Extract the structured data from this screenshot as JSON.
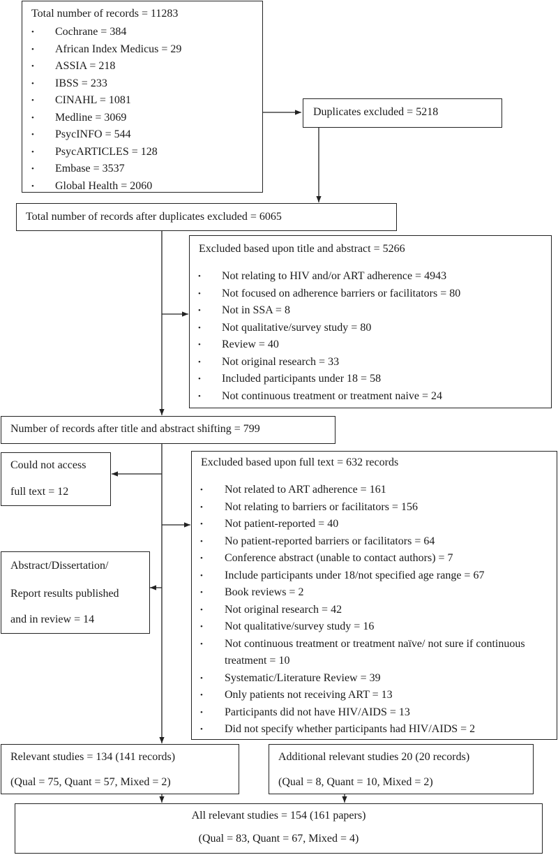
{
  "identification": {
    "total_label": "Total number of records = 11283",
    "sources": [
      "Cochrane = 384",
      "African Index Medicus = 29",
      "ASSIA = 218",
      "IBSS = 233",
      "CINAHL = 1081",
      "Medline = 3069",
      "PsycINFO = 544",
      "PsycARTICLES = 128",
      "Embase = 3537",
      "Global Health = 2060"
    ]
  },
  "duplicates_excluded": "Duplicates excluded = 5218",
  "after_duplicates": "Total number of records after duplicates excluded = 6065",
  "title_abstract_exclusion": {
    "header": "Excluded based upon title and abstract = 5266",
    "reasons": [
      "Not relating to HIV and/or ART adherence = 4943",
      "Not focused on adherence barriers or facilitators = 80",
      "Not in SSA = 8",
      "Not qualitative/survey study = 80",
      "Review = 40",
      "Not original research = 33",
      "Included participants under 18 = 58",
      "Not continuous treatment or treatment naive = 24"
    ]
  },
  "after_screening": "Number of records after title and abstract shifting = 799",
  "no_access": {
    "line1": "Could not access",
    "line2": "full text = 12"
  },
  "published_in_review": {
    "line1": "Abstract/Dissertation/",
    "line2": "Report results published",
    "line3": "and in review = 14"
  },
  "full_text_exclusion": {
    "header": "Excluded based upon full text = 632 records",
    "reasons": [
      "Not related to ART adherence = 161",
      "Not relating to barriers or facilitators = 156",
      "Not patient-reported = 40",
      "No patient-reported barriers or facilitators = 64",
      "Conference abstract (unable to contact authors) = 7",
      "Include participants under 18/not specified age range = 67",
      "Book reviews = 2",
      "Not original research = 42",
      "Not qualitative/survey study = 16",
      "Not continuous treatment or treatment naïve/ not sure if continuous treatment = 10",
      "Systematic/Literature Review = 39",
      "Only patients not receiving ART = 13",
      "Participants did not have HIV/AIDS = 13",
      "Did not specify whether participants had HIV/AIDS = 2"
    ]
  },
  "relevant": {
    "line1": "Relevant studies = 134 (141 records)",
    "line2": "(Qual = 75, Quant = 57, Mixed = 2)"
  },
  "additional": {
    "line1": "Additional relevant studies 20 (20 records)",
    "line2": "(Qual = 8, Quant = 10, Mixed = 2)"
  },
  "all_relevant": {
    "line1": "All relevant studies = 154 (161 papers)",
    "line2": "(Qual = 83, Quant = 67, Mixed = 4)"
  }
}
